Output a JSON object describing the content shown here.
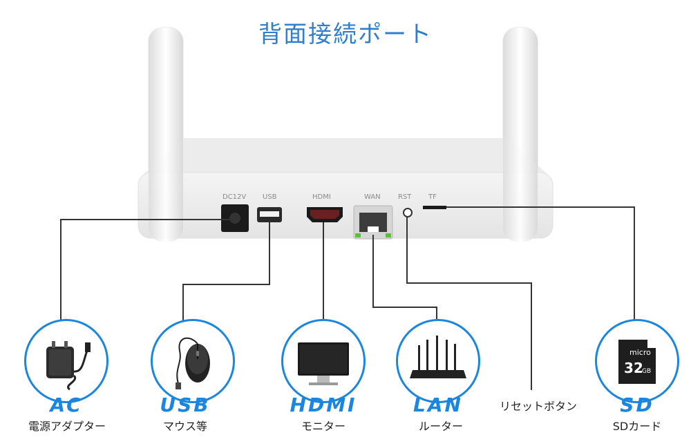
{
  "title": "背面接続ポート",
  "device": {
    "port_labels": [
      "DC12V",
      "USB",
      "HDMI",
      "WAN",
      "RST",
      "TF"
    ]
  },
  "connections": [
    {
      "name": "AC",
      "caption": "電源アダプター",
      "icon": "power-adapter-icon"
    },
    {
      "name": "USB",
      "caption": "マウス等",
      "icon": "mouse-icon"
    },
    {
      "name": "HDMI",
      "caption": "モニター",
      "icon": "monitor-icon"
    },
    {
      "name": "LAN",
      "caption": "ルーター",
      "icon": "router-icon"
    },
    {
      "name": "SD",
      "caption": "SDカード",
      "icon": "sd-card-icon"
    }
  ],
  "reset": {
    "caption": "リセットボタン"
  },
  "sd_card": {
    "brand": "micro",
    "capacity": "32",
    "unit": "GB"
  },
  "colors": {
    "accent": "#1a86e0",
    "title": "#2f7fd0",
    "line": "#333333"
  }
}
